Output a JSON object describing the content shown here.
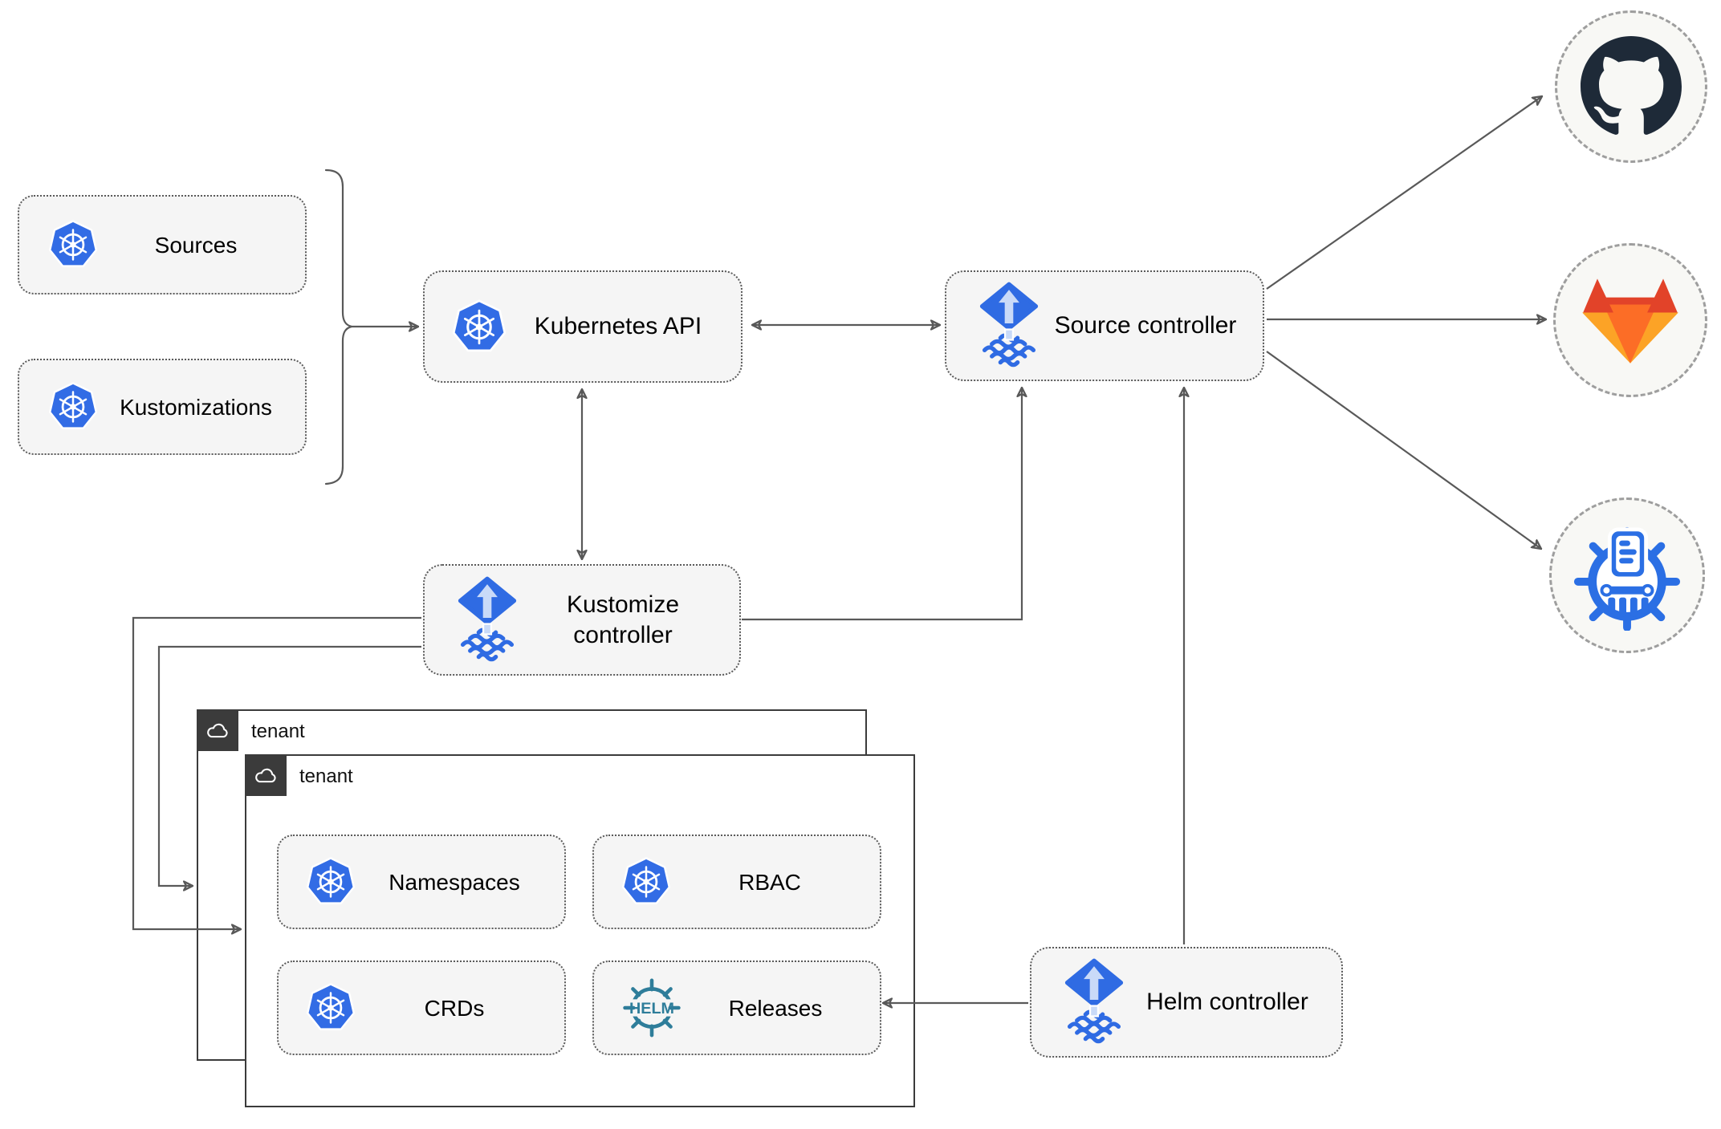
{
  "diagram": {
    "nodes": {
      "sources": {
        "label": "Sources",
        "icon": "kubernetes"
      },
      "kustomizations": {
        "label": "Kustomizations",
        "icon": "kubernetes"
      },
      "kubernetes_api": {
        "label": "Kubernetes API",
        "icon": "kubernetes"
      },
      "source_controller": {
        "label": "Source controller",
        "icon": "flux"
      },
      "kustomize_controller": {
        "label": "Kustomize controller",
        "icon": "flux"
      },
      "helm_controller": {
        "label": "Helm controller",
        "icon": "flux"
      },
      "namespaces": {
        "label": "Namespaces",
        "icon": "kubernetes"
      },
      "rbac": {
        "label": "RBAC",
        "icon": "kubernetes"
      },
      "crds": {
        "label": "CRDs",
        "icon": "kubernetes"
      },
      "releases": {
        "label": "Releases",
        "icon": "helm"
      }
    },
    "groups": [
      {
        "label": "tenant",
        "icon": "cloud"
      },
      {
        "label": "tenant",
        "icon": "cloud"
      }
    ],
    "externals": [
      {
        "id": "github",
        "icon": "github"
      },
      {
        "id": "gitlab",
        "icon": "gitlab"
      },
      {
        "id": "chartmuseum",
        "icon": "chartmuseum"
      }
    ],
    "icon_text": {
      "helm": "HELM"
    },
    "colors": {
      "kubernetes_blue": "#326CE5",
      "flux_blue": "#2F6BE3",
      "flux_arrow_light": "#C9DAF8",
      "helm_teal": "#2E7D9A",
      "github_dark": "#1E2A38",
      "gitlab_red": "#E24329",
      "gitlab_orange": "#FC6D26",
      "gitlab_amber": "#FCA326",
      "chartmuseum_blue": "#2B6FE4",
      "connector_gray": "#595959",
      "node_fill": "#F5F5F5",
      "node_border": "#5A5A5A",
      "tenant_dark": "#3B3B3B",
      "external_circle_border": "#9E9E9E",
      "external_circle_fill": "#F8F8F5"
    }
  }
}
